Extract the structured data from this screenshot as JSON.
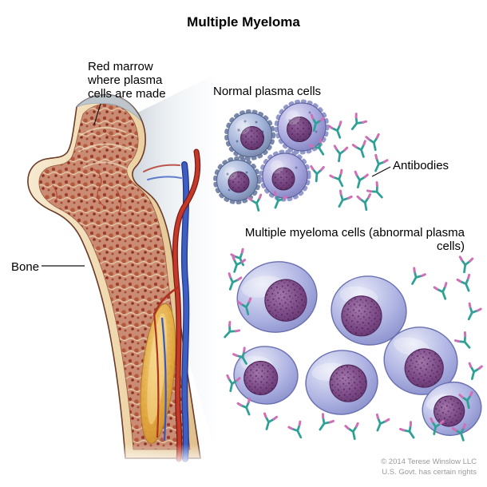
{
  "title": "Multiple Myeloma",
  "labels": {
    "red_marrow": "Red marrow\nwhere plasma\ncells are made",
    "normal_heading": "Normal plasma cells",
    "antibodies": "Antibodies",
    "myeloma_heading": "Multiple myeloma cells (abnormal plasma cells)",
    "bone": "Bone"
  },
  "credit": {
    "line1": "© 2014 Terese Winslow LLC",
    "line2": "U.S. Govt. has certain rights"
  },
  "colors": {
    "cell_purple": "#8f97cf",
    "cell_blue_gray": "#9fb0d8",
    "nucleus_purple": "#6e3d79",
    "antibody_teal": "#2fa095",
    "antibody_pink": "#cf6fb5",
    "bone_cream": "#eed7ab",
    "marrow_red": "#b5593c",
    "yellow_marrow": "#e3a93e",
    "artery_red": "#c4392a",
    "vein_blue": "#3d5fc4"
  }
}
